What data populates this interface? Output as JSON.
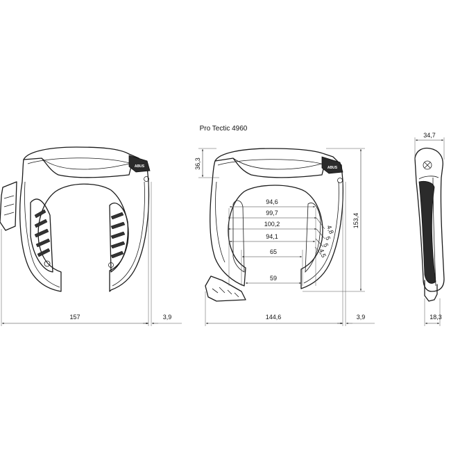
{
  "title": "Pro Tectic 4960",
  "brand_mark": "ABUS",
  "dimensions": {
    "left_width": "157",
    "left_thickness": "3,9",
    "height_top": "36,3",
    "total_height": "153,4",
    "middle_width": "144,6",
    "middle_thickness": "3,9",
    "inner_94_6": "94,6",
    "inner_99_7": "99,7",
    "inner_100_2": "100,2",
    "inner_94_1": "94,1",
    "inner_65": "65",
    "inner_59": "59",
    "steps": [
      "4,8",
      "5",
      "5",
      "4,5"
    ],
    "side_depth": "34,7",
    "side_bottom": "18,3"
  }
}
